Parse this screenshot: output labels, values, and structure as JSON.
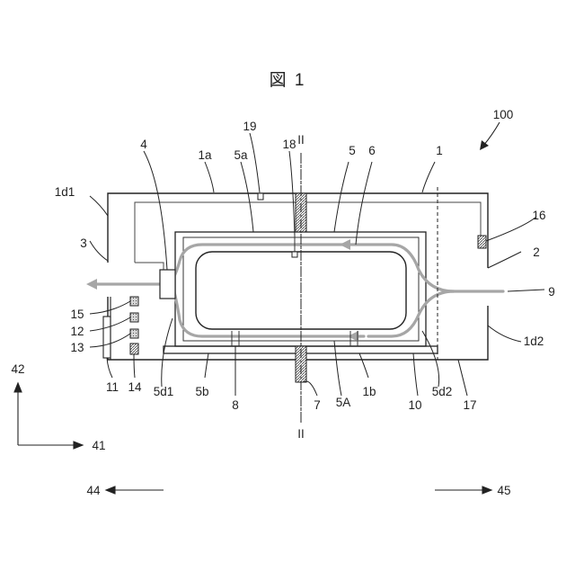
{
  "figure": {
    "title": "図 1",
    "section_mark_top": "II",
    "section_mark_bottom": "II"
  },
  "labels": {
    "n100": "100",
    "n19": "19",
    "n18": "18",
    "n4": "4",
    "n1a": "1a",
    "n5a": "5a",
    "n5": "5",
    "n6": "6",
    "n1": "1",
    "n1d1": "1d1",
    "n16": "16",
    "n3": "3",
    "n2": "2",
    "n9": "9",
    "n15": "15",
    "n12": "12",
    "n13": "13",
    "n1d2": "1d2",
    "n42": "42",
    "n11": "11",
    "n14": "14",
    "n5d1": "5d1",
    "n5b": "5b",
    "n8": "8",
    "n7": "7",
    "n5A": "5A",
    "n1b": "1b",
    "n5d2": "5d2",
    "n10": "10",
    "n17": "17",
    "n41": "41",
    "n44": "44",
    "n45": "45"
  },
  "colors": {
    "line": "#222222",
    "airflow": "#a6a6a6",
    "hatch": "#555555"
  }
}
